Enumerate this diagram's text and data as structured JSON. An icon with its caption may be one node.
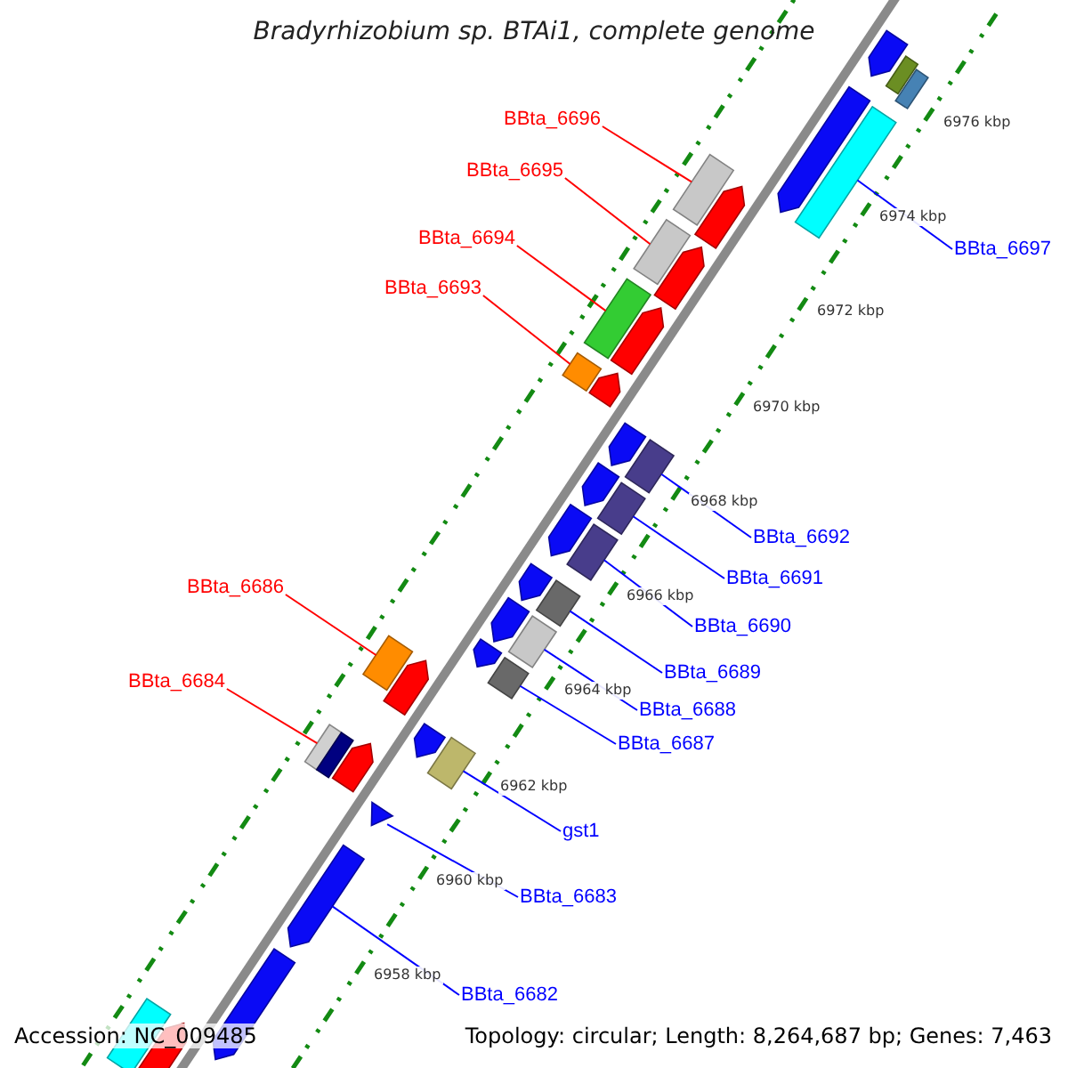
{
  "diagram": {
    "title": "Bradyrhizobium sp. BTAi1, complete genome",
    "nodes": [
      {
        "text": [
          "BBta_6696"
        ]
      },
      {
        "text": [
          "BBta_6695"
        ]
      },
      {
        "text": [
          "BBta_6694"
        ]
      },
      {
        "text": [
          "BBta_6697"
        ]
      },
      {
        "text": [
          "BBta_6693"
        ]
      },
      {
        "text": [
          "BBta_6692"
        ]
      },
      {
        "text": [
          "BBta_6691"
        ]
      },
      {
        "text": [
          "BBta_6686"
        ]
      },
      {
        "text": [
          "BBta_6690"
        ]
      },
      {
        "text": [
          "BBta_6689"
        ]
      },
      {
        "text": [
          "BBta_6684"
        ]
      },
      {
        "text": [
          "BBta_6688"
        ]
      },
      {
        "text": [
          "BBta_6687"
        ]
      },
      {
        "text": [
          "gst1"
        ]
      },
      {
        "text": [
          "BBta_6683"
        ]
      },
      {
        "text": [
          "BBta_6682"
        ]
      },
      {
        "text": [],
        "shape": "pentagon"
      },
      {
        "text": [],
        "shape": "box"
      },
      {
        "text": [],
        "shape": "box"
      },
      {
        "text": [],
        "shape": "pentagon"
      },
      {
        "text": [],
        "shape": "box"
      },
      {
        "text": [],
        "shape": "box"
      },
      {
        "text": [],
        "shape": "pentagon"
      },
      {
        "text": [],
        "shape": "box"
      },
      {
        "text": [],
        "shape": "pentagon"
      },
      {
        "text": [],
        "shape": "box"
      },
      {
        "text": [],
        "shape": "pentagon"
      },
      {
        "text": [],
        "shape": "box"
      },
      {
        "text": [],
        "shape": "pentagon"
      },
      {
        "text": [],
        "shape": "pentagon"
      },
      {
        "text": [],
        "shape": "box"
      },
      {
        "text": [],
        "shape": "pentagon"
      },
      {
        "text": [],
        "shape": "box"
      },
      {
        "text": [],
        "shape": "pentagon"
      },
      {
        "text": [],
        "shape": "box"
      },
      {
        "text": [],
        "shape": "pentagon"
      },
      {
        "text": [],
        "shape": "box"
      },
      {
        "text": [],
        "shape": "pentagon"
      },
      {
        "text": [],
        "shape": "box"
      },
      {
        "text": [],
        "shape": "pentagon"
      },
      {
        "text": [],
        "shape": "box"
      },
      {
        "text": [],
        "shape": "box"
      },
      {
        "text": [],
        "shape": "pentagon"
      },
      {
        "text": [],
        "shape": "pentagon"
      },
      {
        "text": [],
        "shape": "box"
      },
      {
        "text": [],
        "shape": "box"
      },
      {
        "text": [],
        "shape": "pentagon"
      },
      {
        "text": [],
        "shape": "triangle"
      },
      {
        "text": [],
        "shape": "pentagon"
      },
      {
        "text": [],
        "shape": "pentagon"
      },
      {
        "text": [],
        "shape": "box"
      },
      {
        "text": [],
        "shape": "pentagon"
      }
    ],
    "edges": [
      {
        "from": 0,
        "to": 21,
        "arrow": "none",
        "color": "#ff0000"
      },
      {
        "from": 1,
        "to": 23,
        "arrow": "none",
        "color": "#ff0000"
      },
      {
        "from": 2,
        "to": 25,
        "arrow": "none",
        "color": "#ff0000"
      },
      {
        "from": 3,
        "to": 20,
        "arrow": "none"
      },
      {
        "from": 4,
        "to": 27,
        "arrow": "none",
        "color": "#ff0000"
      },
      {
        "from": 5,
        "to": 30,
        "arrow": "none"
      },
      {
        "from": 6,
        "to": 32,
        "arrow": "none"
      },
      {
        "from": 7,
        "to": 40,
        "arrow": "none",
        "color": "#ff0000"
      },
      {
        "from": 8,
        "to": 34,
        "arrow": "none"
      },
      {
        "from": 9,
        "to": 36,
        "arrow": "none"
      },
      {
        "from": 10,
        "to": 44,
        "arrow": "none",
        "color": "#ff0000"
      },
      {
        "from": 11,
        "to": 38,
        "arrow": "none"
      },
      {
        "from": 12,
        "to": 41,
        "arrow": "none"
      },
      {
        "from": 13,
        "to": 45,
        "arrow": "none"
      },
      {
        "from": 14,
        "to": 47,
        "arrow": "none"
      },
      {
        "from": 15,
        "to": 48,
        "arrow": "none"
      }
    ],
    "labels": [
      "6976 kbp",
      "6974 kbp",
      "6972 kbp",
      "6970 kbp",
      "6968 kbp",
      "6966 kbp",
      "6964 kbp",
      "6962 kbp",
      "6960 kbp",
      "6958 kbp",
      "Accession: NC_009485",
      "Topology: circular; Length: 8,264,687 bp; Genes: 7,463"
    ]
  }
}
